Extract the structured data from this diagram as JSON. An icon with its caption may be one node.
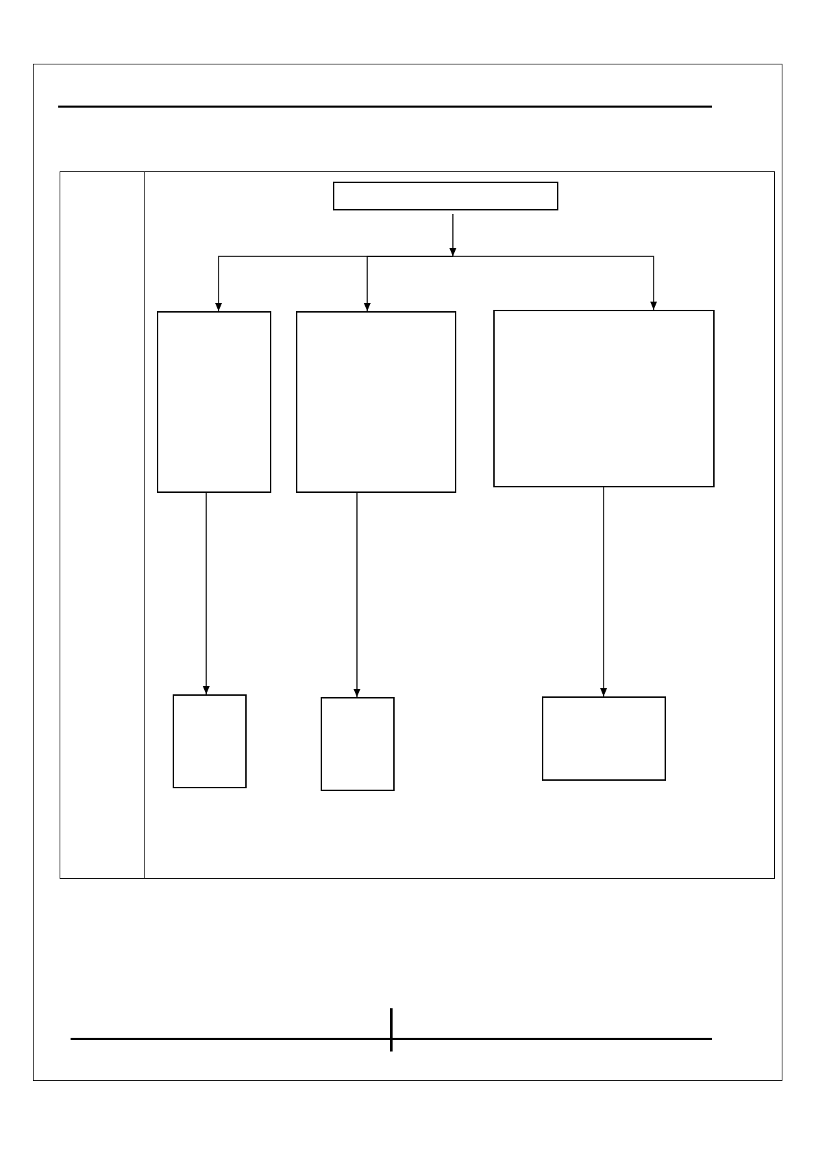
{
  "diagram": {
    "nodes": [
      {
        "text": [],
        "shape": "box"
      },
      {
        "text": [],
        "shape": "box"
      },
      {
        "text": [],
        "shape": "box"
      },
      {
        "text": [],
        "shape": "box"
      },
      {
        "text": [],
        "shape": "box"
      },
      {
        "text": [],
        "shape": "box"
      },
      {
        "text": [],
        "shape": "box"
      }
    ],
    "edges": [
      {
        "from": 0,
        "to": 1,
        "arrow": "to"
      },
      {
        "from": 0,
        "to": 2,
        "arrow": "to"
      },
      {
        "from": 0,
        "to": 3,
        "arrow": "to"
      },
      {
        "from": 1,
        "to": 4,
        "arrow": "to"
      },
      {
        "from": 2,
        "to": 5,
        "arrow": "to"
      },
      {
        "from": 3,
        "to": 6,
        "arrow": "to"
      }
    ]
  }
}
